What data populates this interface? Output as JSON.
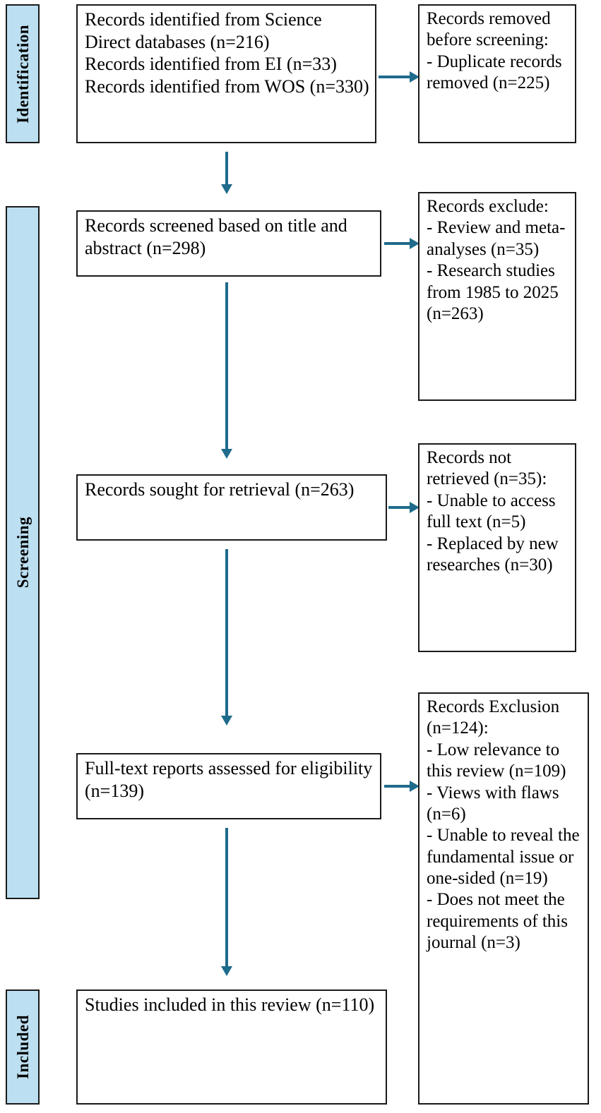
{
  "diagram": {
    "title": "PRISMA flow diagram",
    "accent_color": "#1f6b8c",
    "band_color": "#bcdff1",
    "border_color": "#1a1a1a",
    "background_color": "#ffffff"
  },
  "stages": [
    {
      "id": "identification",
      "label": "Identification"
    },
    {
      "id": "screening",
      "label": "Screening"
    },
    {
      "id": "included",
      "label": "Included"
    }
  ],
  "boxes": {
    "identified": {
      "text": "Records identified from Science Direct databases (n=216)\nRecords identified from EI (n=33)\nRecords identified from WOS (n=330)"
    },
    "removed_before_screening": {
      "text": "Records removed before screening:\n- Duplicate records removed (n=225)"
    },
    "screened": {
      "text": "Records screened based on title and abstract (n=298)"
    },
    "records_excluded": {
      "text": "Records exclude:\n- Review and meta-analyses (n=35)\n- Research studies from 1985 to 2025 (n=263)"
    },
    "sought_retrieval": {
      "text": "Records sought for retrieval (n=263)"
    },
    "not_retrieved": {
      "text": "Records not retrieved (n=35):\n- Unable to access full text (n=5)\n- Replaced by new researches (n=30)"
    },
    "fulltext_assessed": {
      "text": "Full-text reports assessed for eligibility (n=139)"
    },
    "records_exclusion": {
      "text": "Records Exclusion (n=124):\n- Low relevance to this review (n=109)\n- Views with flaws (n=6)\n- Unable to reveal the fundamental issue or one-sided (n=19)\n- Does not meet the requirements of this journal (n=3)"
    },
    "studies_included": {
      "text": "Studies included in this review (n=110)"
    }
  },
  "arrows": [
    {
      "id": "identified-to-removed",
      "direction": "right"
    },
    {
      "id": "identified-to-screened",
      "direction": "down"
    },
    {
      "id": "screened-to-excluded",
      "direction": "right"
    },
    {
      "id": "screened-to-sought",
      "direction": "down"
    },
    {
      "id": "sought-to-not-retrieved",
      "direction": "right"
    },
    {
      "id": "sought-to-fulltext",
      "direction": "down"
    },
    {
      "id": "fulltext-to-exclusion",
      "direction": "right"
    },
    {
      "id": "fulltext-to-included",
      "direction": "down"
    }
  ]
}
